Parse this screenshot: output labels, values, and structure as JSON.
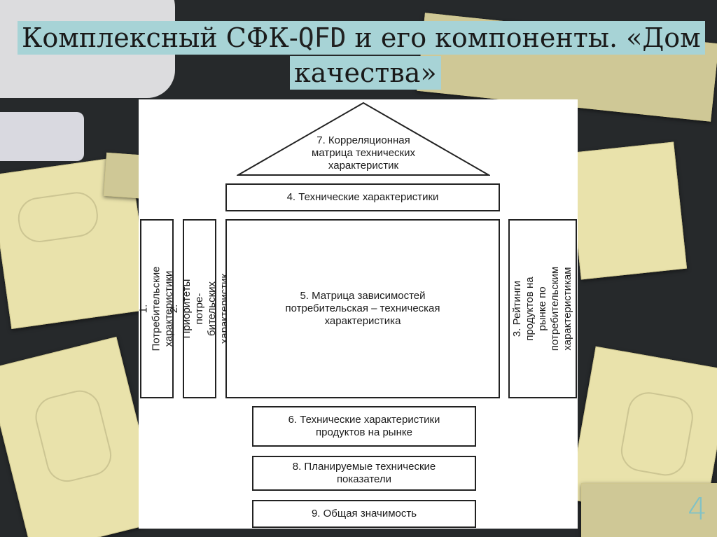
{
  "title": {
    "line1_part1": "Комплексный СФК-",
    "line1_mono": "QFD",
    "line1_part2": " и его компоненты. «Дом",
    "line2": "качества»"
  },
  "page_number": "4",
  "diagram": {
    "roof": "7. Корреляционная\nматрица технических\nхарактеристик",
    "tech_characteristics": "4. Технические характеристики",
    "consumer_characteristics": "1. Потребительские\nхарактеристики",
    "consumer_priorities": "2. Приоритеты потре-\nбительских характеристик",
    "dependency_matrix": "5. Матрица зависимостей\nпотребительская – техническая\nхарактеристика",
    "market_ratings": "3. Рейтинги продуктов на\nрынке по потребительским\nхарактеристикам",
    "market_tech_characteristics": "6. Технические характеристики\nпродуктов на рынке",
    "planned_indicators": "8. Планируемые технические\nпоказатели",
    "overall_significance": "9. Общая значимость"
  }
}
